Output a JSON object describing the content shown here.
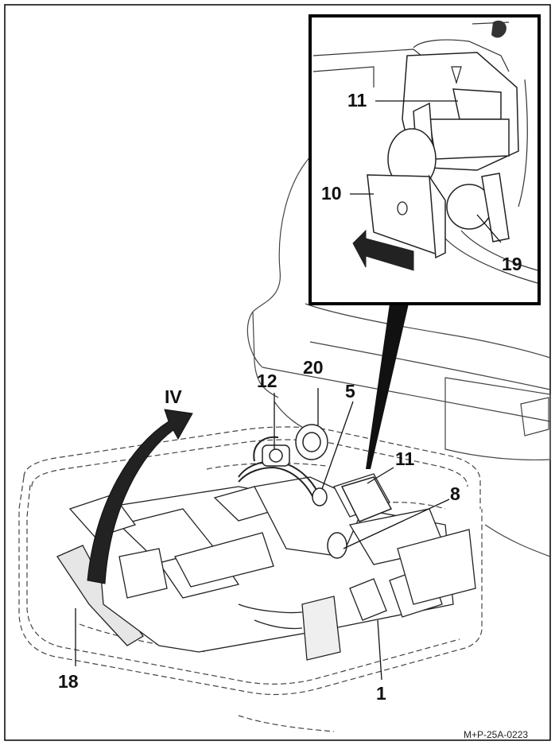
{
  "figure": {
    "reference_code": "M+P-25A-0223",
    "view_label": "IV",
    "callouts": {
      "c1": "1",
      "c5": "5",
      "c8": "8",
      "c10": "10",
      "c11_inset": "11",
      "c11_main": "11",
      "c12": "12",
      "c18": "18",
      "c19": "19",
      "c20": "20"
    }
  }
}
